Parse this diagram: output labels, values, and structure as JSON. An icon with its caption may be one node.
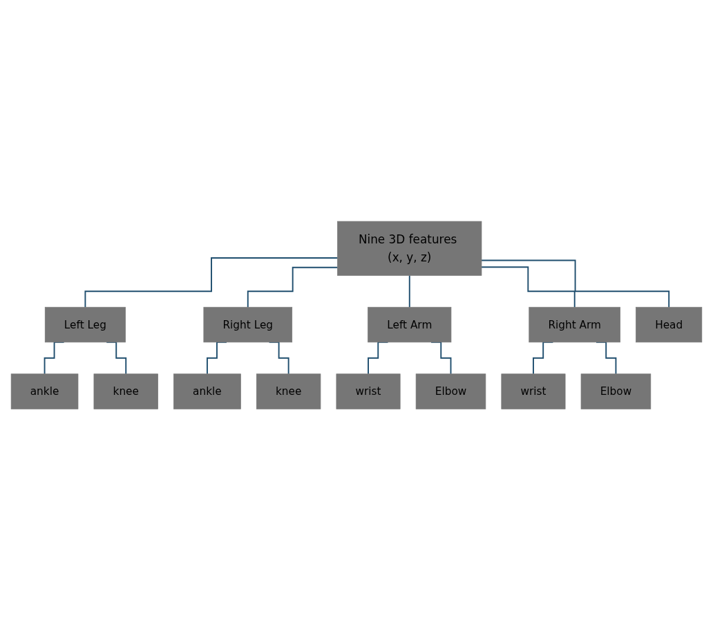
{
  "diagram": {
    "nodes": [
      {
        "text": [
          "Nine 3D features (x, y, z)"
        ]
      },
      {
        "text": [
          "Left Leg"
        ]
      },
      {
        "text": [
          "Right Leg"
        ]
      },
      {
        "text": [
          "Left Arm"
        ]
      },
      {
        "text": [
          "Right Arm"
        ]
      },
      {
        "text": [
          "Head"
        ]
      },
      {
        "text": [
          "ankle"
        ]
      },
      {
        "text": [
          "ankle"
        ]
      },
      {
        "text": [
          "wrist"
        ]
      },
      {
        "text": [
          "wrist"
        ]
      },
      {
        "text": [
          "knee"
        ]
      },
      {
        "text": [
          "knee"
        ]
      },
      {
        "text": [
          "Elbow"
        ]
      },
      {
        "text": [
          "Elbow"
        ]
      }
    ],
    "edges": [
      {
        "from": 0,
        "to": 1,
        "arrow": "none"
      },
      {
        "from": 0,
        "to": 2,
        "arrow": "none"
      },
      {
        "from": 0,
        "to": 3,
        "arrow": "none"
      },
      {
        "from": 0,
        "to": 4,
        "arrow": "none"
      },
      {
        "from": 0,
        "to": 5,
        "arrow": "none"
      },
      {
        "from": 1,
        "to": 6,
        "arrow": "none"
      },
      {
        "from": 1,
        "to": 10,
        "arrow": "none"
      },
      {
        "from": 2,
        "to": 7,
        "arrow": "none"
      },
      {
        "from": 2,
        "to": 11,
        "arrow": "none"
      },
      {
        "from": 3,
        "to": 8,
        "arrow": "none"
      },
      {
        "from": 3,
        "to": 12,
        "arrow": "none"
      },
      {
        "from": 4,
        "to": 9,
        "arrow": "none"
      },
      {
        "from": 4,
        "to": 13,
        "arrow": "none"
      }
    ]
  }
}
